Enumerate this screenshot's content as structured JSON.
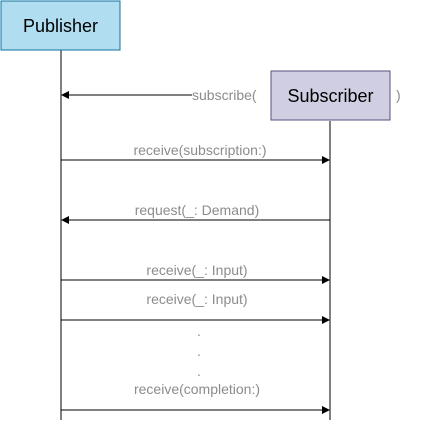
{
  "participants": {
    "publisher": {
      "label": "Publisher",
      "fill": "#b1ddf0",
      "stroke": "#10739e"
    },
    "subscriber": {
      "label": "Subscriber",
      "fill": "#d0cee2",
      "stroke": "#56517e"
    }
  },
  "colors": {
    "line": "#000000",
    "label": "#8c8c8c"
  },
  "messages": {
    "subscribe": {
      "label": "subscribe(",
      "close": ")"
    },
    "receive_subscription": {
      "label": "receive(subscription:)"
    },
    "request": {
      "label": "request(_:  Demand)"
    },
    "receive_input_1": {
      "label": "receive(_:  Input)"
    },
    "receive_input_2": {
      "label": "receive(_:  Input)"
    },
    "receive_completion": {
      "label": "receive(completion:)"
    }
  },
  "ellipsis": ".\n.\n."
}
